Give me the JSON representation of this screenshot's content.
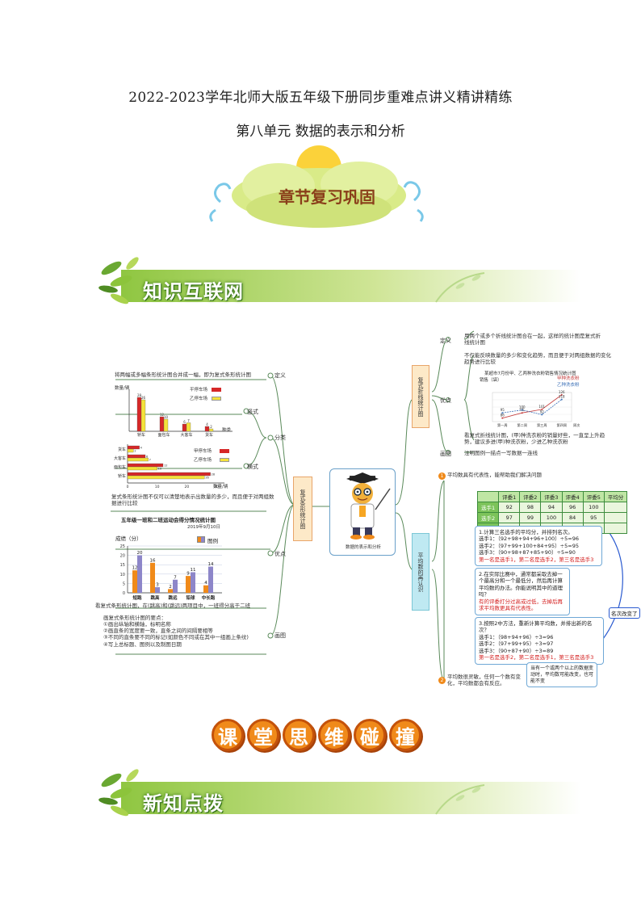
{
  "header": {
    "title": "2022-2023学年北师大版五年级下册同步重难点讲义精讲精练",
    "unit": "第八单元  数据的表示和分析"
  },
  "cloud": {
    "label": "章节复习巩固"
  },
  "banner1": {
    "title": "知识互联网"
  },
  "banner2": {
    "title": "新知点拨"
  },
  "section3": {
    "chars": [
      "课",
      "堂",
      "思",
      "维",
      "碰",
      "撞"
    ]
  },
  "mindmap": {
    "center_label": "数据的表示和分析",
    "left_node": "复式条形统计图",
    "right_top_node": "复式折线统计图",
    "right_bottom_node": "平均数的再认识",
    "left_branches": {
      "definition": "定义",
      "classify": "分类",
      "vertical": "竖式",
      "horizontal": "横式",
      "advantage": "优点",
      "draw": "画图",
      "definition_text": "将两幅或多幅条形统计图合并成一幅，即为复式条形统计图",
      "advantage_text": "复式条形统计图不仅可以清楚地表示出数量的多少，而且便于对两组数据进行比较",
      "advantage_text2": "看复式条形统计图，在(跳高)和(跳远)两项目中，一班得分高于二班",
      "draw_title": "画复式条形统计图的要点：",
      "draw_steps": [
        "①画出纵轴和横轴，标明名称",
        "②画直条的宽度要一致，直条之间的间隔要相等",
        "③不同的直条要不同的标记(如颜色不同或在其中一组画上条纹)",
        "④写上总标题、图例以及制图日期"
      ]
    },
    "right_branches": {
      "definition": "定义",
      "advantage": "优点",
      "draw": "画图",
      "definition_text": "用两个或多个折线统计图合在一起，这样的统计图是复式折线统计图",
      "advantage_text1": "不仅能反映数量的多少和变化趋势，而且便于对两组数据的变化趋势进行比较",
      "advantage_text2": "看复式折线统计图，(甲)种洗衣粉的销量好些，一直呈上升趋势，建议多进(甲)种洗衣粉，少进乙种洗衣粉",
      "draw_text": "注明图例一描点一写数据一连线"
    },
    "avg": {
      "intro": "平均数具有代表性，能帮助我们解决问题",
      "q1_title": "1.计算三名选手的平均分，并排列名次。",
      "q1_lines": [
        "选手1：（92+98+94+96+100）÷5=96",
        "选手2：（97+99+100+84+95）÷5=95",
        "选手3：（90+98+87+85+90）÷5=90"
      ],
      "q1_result": "第一名是选手1，第二名是选手2，第三名是选手3",
      "q2_text": "2.在实际比赛中，通常都采取去掉一个最高分和一个最低分，然后再计算平均数的办法。你能说明其中的道理吗？",
      "q2_answer": "有的评委打分过高或过低，去掉后再求平均数更具有代表性。",
      "q3_title": "3.按照2中方法，重新计算平均数，并排出新的名次？",
      "q3_lines": [
        "选手1：（98+94+96）÷3=96",
        "选手2：（97+99+95）÷3=97",
        "选手3：（90+87+90）÷3=89"
      ],
      "q3_result": "第一名是选手2，第二名是选手1，第三名是选手3",
      "rank_change": "名次改变了",
      "note": "平均数很灵敏，任何一个数有变化，平均数都会有反应。",
      "note_bubble": "当有一个或两个以上的数据变动时，平均数可能改变，也可能不变",
      "table_headers": [
        "",
        "评委1",
        "评委2",
        "评委3",
        "评委4",
        "评委5",
        "平均分"
      ],
      "table_rows": [
        [
          "选手1",
          "92",
          "98",
          "94",
          "96",
          "100",
          ""
        ],
        [
          "选手2",
          "97",
          "99",
          "100",
          "84",
          "95",
          ""
        ],
        [
          "选手3",
          "90",
          "98",
          "87",
          "85",
          "90",
          ""
        ]
      ]
    }
  },
  "chart_vertical": {
    "type": "bar",
    "ylabel": "数量/辆",
    "xlabel": "种类",
    "categories": [
      "轿车",
      "面包车",
      "大客车",
      "货车"
    ],
    "series": [
      {
        "name": "平停车场",
        "values": [
          28,
          12,
          6,
          4
        ]
      },
      {
        "name": "乙停车场",
        "values": [
          26,
          10,
          7,
          2
        ]
      }
    ],
    "colors": [
      "#d62828",
      "#f4e23a"
    ]
  },
  "chart_horizontal": {
    "type": "bar",
    "xlabel": "数量/辆",
    "ylabel": "种类",
    "categories": [
      "货车",
      "大客车",
      "面包车",
      "轿车"
    ],
    "series": [
      {
        "name": "甲停车场",
        "values": [
          4,
          6,
          12,
          28
        ]
      },
      {
        "name": "乙停车场",
        "values": [
          2,
          7,
          10,
          26
        ]
      }
    ],
    "ticks": [
      "0",
      "10",
      "20",
      "30"
    ],
    "colors": [
      "#d62828",
      "#f4e23a"
    ]
  },
  "chart_sports": {
    "type": "bar",
    "title": "五年级一班和二班运动会得分情况统计图",
    "date": "2019年9月10日",
    "ylabel": "成绩（分）",
    "legend_label": "图例",
    "categories": [
      "短跑",
      "跳高",
      "跳远",
      "铅球",
      "中长跑"
    ],
    "series": [
      {
        "name": "一班",
        "values": [
          12,
          16,
          2,
          9,
          4
        ]
      },
      {
        "name": "二班",
        "values": [
          20,
          3,
          7,
          11,
          14
        ]
      }
    ],
    "yticks": [
      "0",
      "5",
      "10",
      "15",
      "20",
      "25"
    ],
    "ylim": [
      0,
      25
    ],
    "colors": [
      "#f08a1a",
      "#8d86c9"
    ]
  },
  "chart_line": {
    "type": "line",
    "title": "某超市7月份甲、乙两种洗衣粉销售情况统计图",
    "ylabel": "销售（袋）",
    "categories": [
      "第一周",
      "第二周",
      "第三周",
      "第四周"
    ],
    "xlabel": "周次",
    "series": [
      {
        "name": "甲种洗衣粉",
        "values": [
          86,
          95,
          101,
          126
        ]
      },
      {
        "name": "乙种洗衣粉",
        "values": [
          95,
          100,
          92,
          118
        ]
      }
    ],
    "colors": [
      "#c43c3c",
      "#3b6fb6"
    ]
  }
}
